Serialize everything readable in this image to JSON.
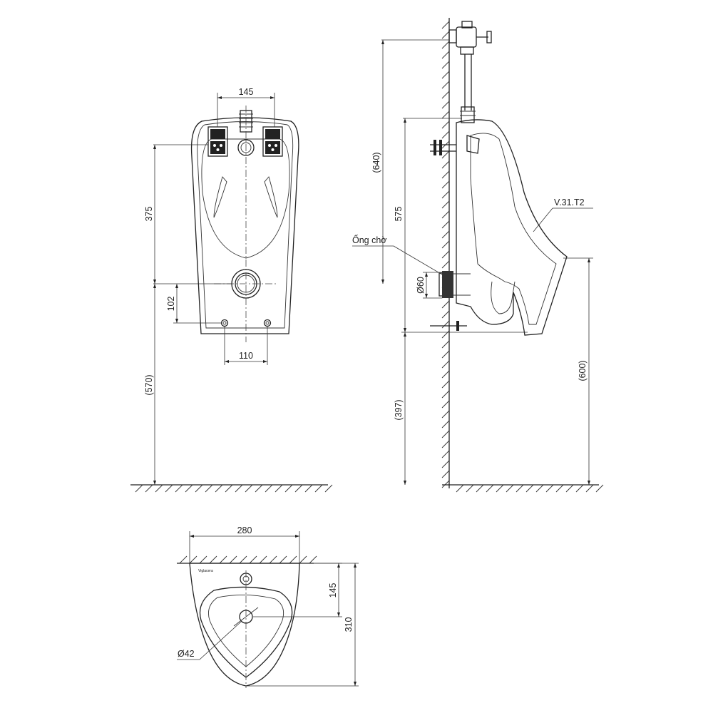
{
  "front_view": {
    "dim_top_width": "145",
    "dim_upper_height": "375",
    "dim_lower_height": "(570)",
    "dim_outlet_offset": "102",
    "dim_mount_spacing": "110"
  },
  "side_view": {
    "dim_valve_height": "(640)",
    "dim_spud_height": "575",
    "dim_outlet_height": "(397)",
    "dim_rim_height": "(600)",
    "label_outlet_pipe": "Ống chờ",
    "label_outlet_diameter": "Ø60",
    "label_model": "V.31.T2"
  },
  "top_view": {
    "dim_width": "280",
    "dim_depth_partial": "145",
    "dim_depth_total": "310",
    "label_drain_diameter": "Ø42",
    "label_brand": "Viglacera"
  },
  "colors": {
    "line": "#222222",
    "background": "#ffffff"
  }
}
